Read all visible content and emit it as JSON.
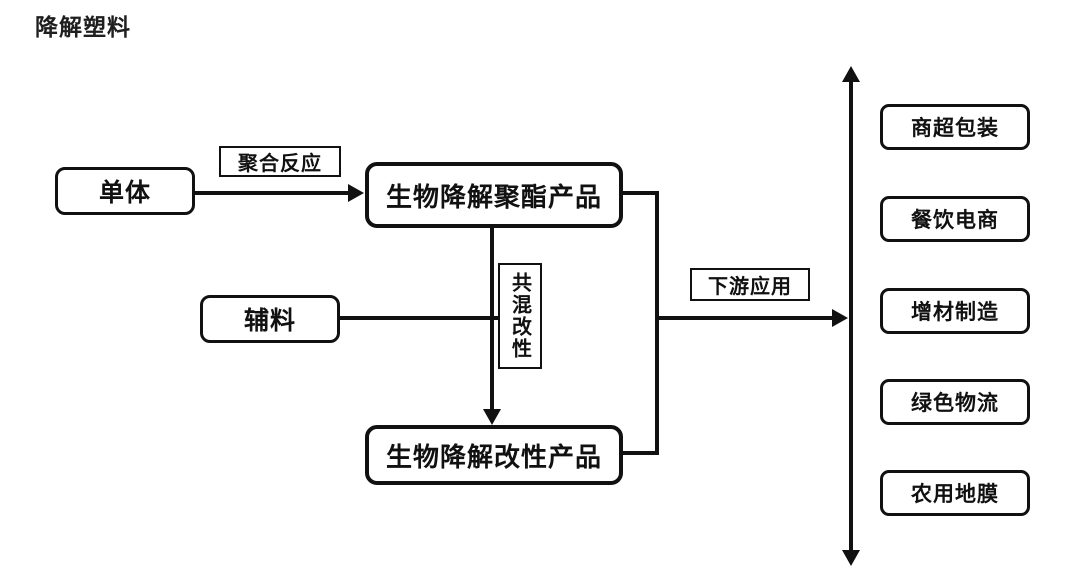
{
  "title": "降解塑料",
  "nodes": {
    "monomer": "单体",
    "auxiliary": "辅料",
    "polyester": "生物降解聚酯产品",
    "modified": "生物降解改性产品"
  },
  "edge_labels": {
    "polymerization": "聚合反应",
    "blending": "共混改性",
    "downstream": "下游应用"
  },
  "applications": [
    "商超包装",
    "餐饮电商",
    "增材制造",
    "绿色物流",
    "农用地膜"
  ]
}
